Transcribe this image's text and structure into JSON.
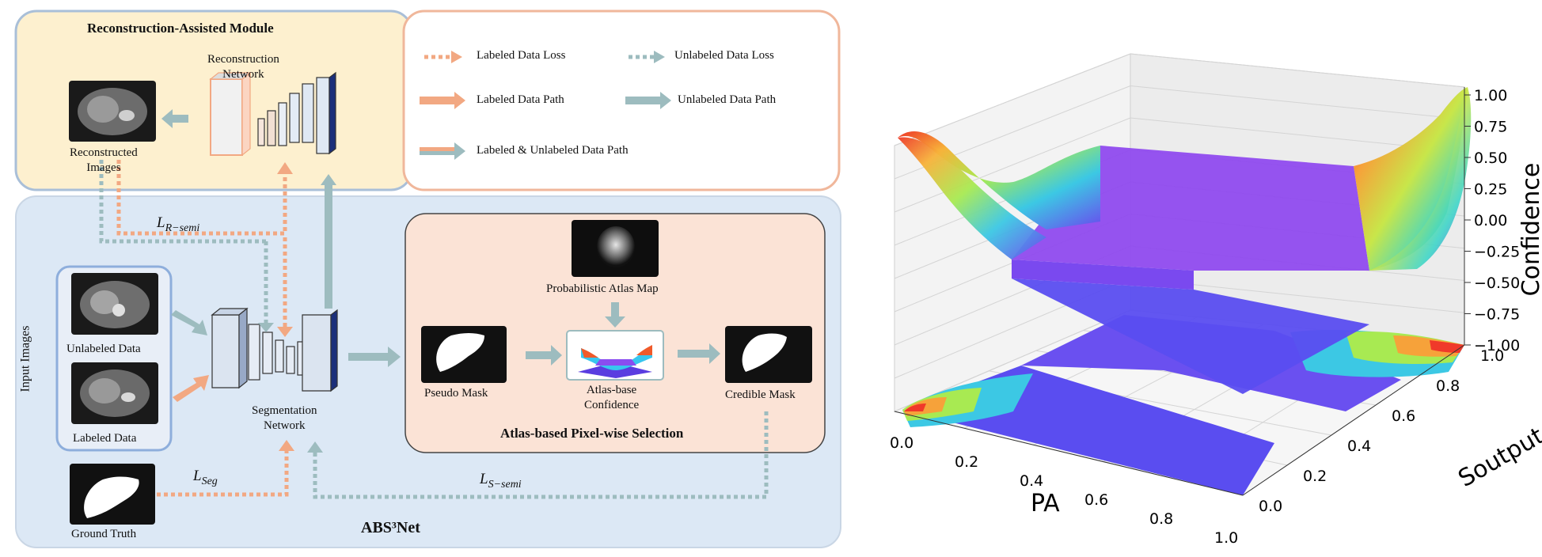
{
  "diagram": {
    "title": "ABS³Net",
    "modules": {
      "reconstruction_module": "Reconstruction-Assisted Module",
      "atlas_module": "Atlas-based Pixel-wise Selection"
    },
    "nodes": {
      "reconstruction_network": [
        "Reconstruction",
        "Network"
      ],
      "reconstructed_images": [
        "Reconstructed",
        "Images"
      ],
      "input_images": "Input Images",
      "unlabeled_data": "Unlabeled Data",
      "labeled_data": "Labeled Data",
      "segmentation_network": [
        "Segmentation",
        "Network"
      ],
      "ground_truth": "Ground Truth",
      "pseudo_mask": "Pseudo Mask",
      "probabilistic_atlas_map": "Probabilistic Atlas Map",
      "atlas_confidence": [
        "Atlas-base",
        "Confidence"
      ],
      "credible_mask": "Credible Mask"
    },
    "losses": {
      "l_r_semi": "L",
      "l_r_semi_sub": "R−semi",
      "l_seg": "L",
      "l_seg_sub": "Seg",
      "l_s_semi": "L",
      "l_s_semi_sub": "S−semi"
    },
    "legend": {
      "labeled_loss": "Labeled Data Loss",
      "unlabeled_loss": "Unlabeled Data Loss",
      "labeled_path": "Labeled Data Path",
      "unlabeled_path": "Unlabeled Data Path",
      "both_path": "Labeled & Unlabeled Data Path"
    },
    "colors": {
      "labeled": "#f2a882",
      "unlabeled": "#9dbcbf",
      "recon_panel": "#fdf0cf",
      "main_panel": "#dce8f5",
      "atlas_panel": "#fbe3d6"
    }
  },
  "chart_data": {
    "type": "surface3d",
    "xlabel": "PA",
    "ylabel": "Soutput",
    "zlabel": "Confidence",
    "x_ticks": [
      "0.0",
      "0.2",
      "0.4",
      "0.6",
      "0.8",
      "1.0"
    ],
    "y_ticks": [
      "0.0",
      "0.2",
      "0.4",
      "0.6",
      "0.8",
      "1.0"
    ],
    "z_ticks": [
      "1.00",
      "0.75",
      "0.50",
      "0.25",
      "0.00",
      "−0.25",
      "−0.50",
      "−0.75",
      "−1.00"
    ],
    "xlim": [
      0,
      1
    ],
    "ylim": [
      0,
      1
    ],
    "zlim": [
      -1,
      1
    ],
    "colormap": "rainbow",
    "contour_projection": "bottom"
  }
}
